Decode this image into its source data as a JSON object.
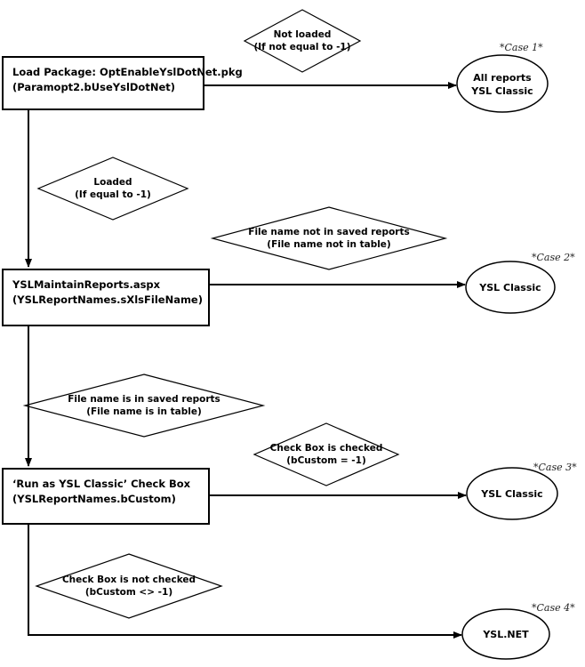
{
  "boxes": {
    "load_package": {
      "line1": "Load Package: OptEnableYslDotNet.pkg",
      "line2": "(Paramopt2.bUseYslDotNet)"
    },
    "maintain_reports": {
      "line1": "YSLMaintainReports.aspx",
      "line2": "(YSLReportNames.sXlsFileName)"
    },
    "run_classic": {
      "line1": "‘Run as YSL Classic’ Check Box",
      "line2": "(YSLReportNames.bCustom)"
    }
  },
  "decisions": {
    "not_loaded": {
      "line1": "Not loaded",
      "line2": "(If not equal to -1)"
    },
    "loaded": {
      "line1": "Loaded",
      "line2": "(If equal to -1)"
    },
    "not_in_saved": {
      "line1": "File name not in saved reports",
      "line2": "(File name not in table)"
    },
    "in_saved": {
      "line1": "File name is in saved reports",
      "line2": "(File name is in table)"
    },
    "checked": {
      "line1": "Check Box is checked",
      "line2": "(bCustom = -1)"
    },
    "not_checked": {
      "line1": "Check Box is not checked",
      "line2": "(bCustom <> -1)"
    }
  },
  "outcomes": {
    "case1": {
      "line1": "All reports",
      "line2": "YSL Classic",
      "label": "*Case 1*"
    },
    "case2": {
      "line1": "YSL Classic",
      "label": "*Case 2*"
    },
    "case3": {
      "line1": "YSL Classic",
      "label": "*Case 3*"
    },
    "case4": {
      "line1": "YSL.NET",
      "label": "*Case 4*"
    }
  }
}
